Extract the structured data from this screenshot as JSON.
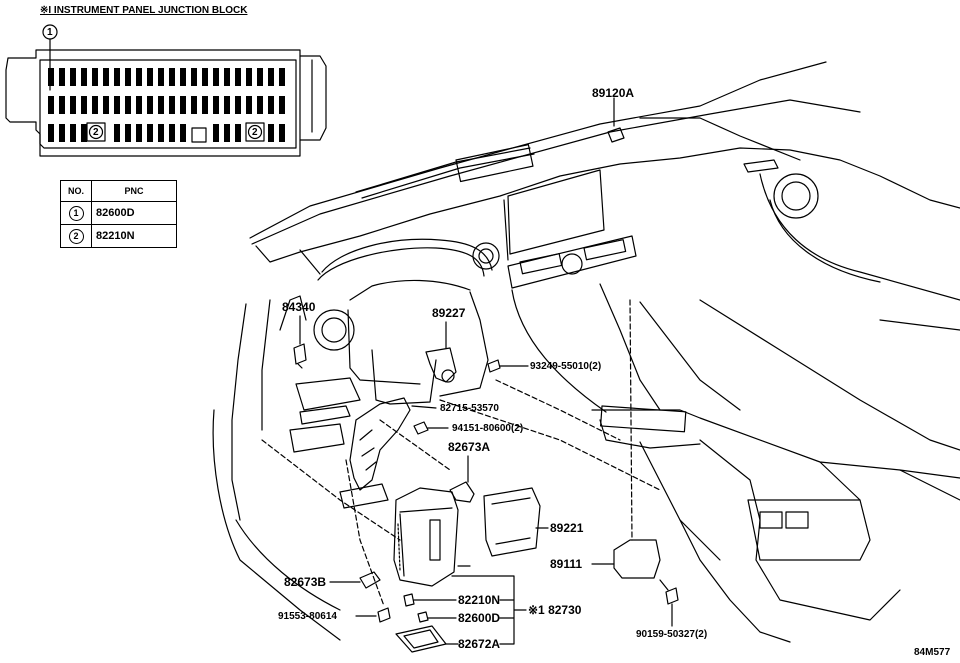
{
  "title": "※I INSTRUMENT PANEL JUNCTION BLOCK",
  "callout_1": "1",
  "callout_2a": "2",
  "callout_2b": "2",
  "table": {
    "header_no": "NO.",
    "header_pnc": "PNC",
    "rows": [
      {
        "no": "1",
        "pnc": "82600D"
      },
      {
        "no": "2",
        "pnc": "82210N"
      }
    ]
  },
  "labels": {
    "p89120A": "89120A",
    "p84340": "84340",
    "p89227": "89227",
    "p93249": "93249-55010(2)",
    "p82715": "82715-53570",
    "p94151": "94151-80600(2)",
    "p82673A": "82673A",
    "p89221": "89221",
    "p89111": "89111",
    "p82673B": "82673B",
    "p82210N": "82210N",
    "p82730": "※1 82730",
    "p91553": "91553-80614",
    "p82600D": "82600D",
    "p82672A": "82672A",
    "p90159": "90159-50327(2)",
    "diagram_id": "84M577"
  }
}
